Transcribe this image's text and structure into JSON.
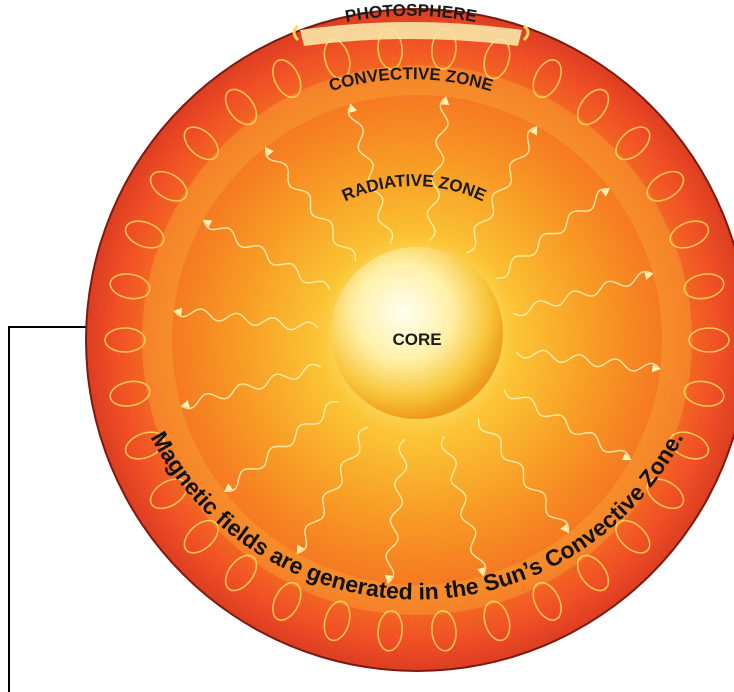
{
  "labels": {
    "photosphere": "PHOTOSPHERE",
    "convective_zone": "CONVECTIVE ZONE",
    "radiative_zone": "RADIATIVE ZONE",
    "core": "CORE",
    "caption": "Magnetic fields are generated in the Sun’s Convective Zone."
  },
  "colors": {
    "outer_rim": "#e8321e",
    "convective": "#f5651c",
    "radiative": "#f7a21f",
    "inner_glow": "#fbd03a",
    "core_light": "#fffbe0",
    "core_dark": "#f0a81c",
    "loop_stroke": "#ffd95a",
    "ray_stroke": "#fff3b0",
    "text_dark": "#111111",
    "pointer_line": "#000000"
  }
}
